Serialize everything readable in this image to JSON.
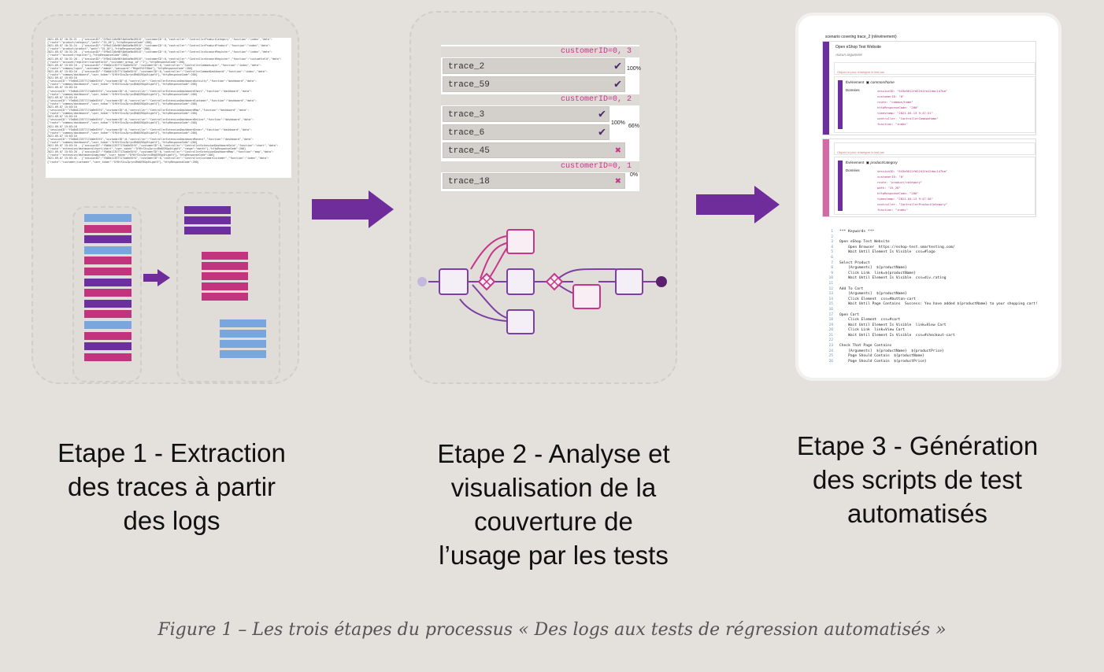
{
  "step1": {
    "label_lines": [
      "Etape 1 - Extraction",
      "des traces à partir",
      "des logs"
    ],
    "log_lines": [
      "2021-09-07 10:31:21 - {\"sessionID\":\"5f9a2116e98f4b64a9b49915\",\"customerID\":0,\"controller\":\"ControllerProductCategory\",\"function\":\"index\",\"data\":",
      "{\"route\":\"product/category\",\"path\":\"25_28\"},\"httpResponseCode\":200}",
      "2021-09-07 10:31:24 - {\"sessionID\":\"5f9a2116e98f4b64a9b49915\",\"customerID\":0,\"controller\":\"ControllerProductProduct\",\"function\":\"index\",\"data\":",
      "{\"route\":\"product/product\",\"path\":\"25_28\"},\"httpResponseCode\":200}",
      "2021-09-07 10:31:26 - {\"sessionID\":\"5f9a2116e98f4b64a9b49915\",\"customerID\":0,\"controller\":\"ControllerAccountRegister\",\"function\":\"index\",\"data\":",
      "{\"route\":\"account/register\"},\"httpResponseCode\":200}",
      "2021-09-07 10:31:28 - {\"sessionID\":\"5f9a2116e98f4b64a9b49915\",\"customerID\":0,\"controller\":\"ControllerAccountRegister\",\"function\":\"customfield\",\"data\":",
      "{\"route\":\"account/register/customfield\",\"customer_group_id\":\"1\"},\"httpResponseCode\":200}",
      "2021-09-07 15:03:16 - {\"sessionID\":\"f5d0d113577174a0e55f4\",\"customerID\":0,\"controller\":\"ControllerCommonLogin\",\"function\":\"index\",\"data\":",
      "{\"route\":\"common/login\",\"username\":\"admin\",\"password\":\"M4ge5%5ff8bd\"},\"httpResponseCode\":200}",
      "2021-09-07 15:03:16 - {\"sessionID\":\"f5d0d113577174a0e55f4\",\"customerID\":0,\"controller\":\"ControllerCommonDashboard\",\"function\":\"index\",\"data\":",
      "{\"route\":\"common/dashboard\",\"user_token\":\"Df6tf2cuZpryv4RdQS9Gg4tLgaf4\"},\"httpResponseCode\":200}",
      "2021-09-07 15:03:16",
      "{\"sessionID\":\"f5d0d113577174a0e55f4\",\"customerID\":0,\"controller\":\"ControllerExtensionDashboardActivity\",\"function\":\"dashboard\",\"data\":",
      "{\"route\":\"common/dashboard\",\"user_token\":\"Df6tf2cuZpryv4RdQS9Gg4tLgaf4\"},\"httpResponseCode\":200}",
      "2021-09-07 15:03:16",
      "{\"sessionID\":\"f5d0d113577174a0e55f4\",\"customerID\":0,\"controller\":\"ControllerExtensionDashboardChart\",\"function\":\"dashboard\",\"data\":",
      "{\"route\":\"common/dashboard\",\"user_token\":\"Df6tf2cuZpryv4RdQS9Gg4tLgaf4\"},\"httpResponseCode\":200}",
      "2021-09-07 15:03:16",
      "{\"sessionID\":\"f5d0d113577174a0e55f4\",\"customerID\":0,\"controller\":\"ControllerExtensionDashboardCustomer\",\"function\":\"dashboard\",\"data\":",
      "{\"route\":\"common/dashboard\",\"user_token\":\"Df6tf2cuZpryv4RdQS9Gg4tLgaf4\"},\"httpResponseCode\":200}",
      "2021-09-07 15:03:16",
      "{\"sessionID\":\"f5d0d113577174a0e55f4\",\"customerID\":0,\"controller\":\"ControllerExtensionDashboardMap\",\"function\":\"dashboard\",\"data\":",
      "{\"route\":\"common/dashboard\",\"user_token\":\"Df6tf2cuZpryv4RdQS9Gg4tLgaf4\"},\"httpResponseCode\":200}",
      "2021-09-07 15:03:16",
      "{\"sessionID\":\"f5d0d113577174a0e55f4\",\"customerID\":0,\"controller\":\"ControllerExtensionDashboardOnline\",\"function\":\"dashboard\",\"data\":",
      "{\"route\":\"common/dashboard\",\"user_token\":\"Df6tf2cuZpryv4RdQS9Gg4tLgaf4\"},\"httpResponseCode\":200}",
      "2021-09-07 15:03:16",
      "{\"sessionID\":\"f5d0d113577174a0e55f4\",\"customerID\":0,\"controller\":\"ControllerExtensionDashboardOrder\",\"function\":\"dashboard\",\"data\":",
      "{\"route\":\"common/dashboard\",\"user_token\":\"Df6tf2cuZpryv4RdQS9Gg4tLgaf4\"},\"httpResponseCode\":200}",
      "2021-09-07 15:03:16",
      "{\"sessionID\":\"f5d0d113577174a0e55f4\",\"customerID\":0,\"controller\":\"ControllerExtensionDashboardRecent\",\"function\":\"dashboard\",\"data\":",
      "{\"route\":\"common/dashboard\",\"user_token\":\"Df6tf2cuZpryv4RdQS9Gg4tLgaf4\"},\"httpResponseCode\":200}",
      "2021-09-07 15:03:16 - {\"sessionID\":\"f5d0d113577174a0e55f4\",\"customerID\":0,\"controller\":\"ControllerExtensionDashboardSale\",\"function\":\"chart\",\"data\":",
      "{\"route\":\"extension/dashboard/chart/chart\",\"user_token\":\"Df6tf2cuZpryv4RdQS9Gg4tLgaf4\",\"range\":\"month\"},\"httpResponseCode\":200}",
      "2021-09-07 15:03:20 - {\"sessionID\":\"f5d0d113577174a0e55f4\",\"customerID\":0,\"controller\":\"ControllerExtensionDashboardMap\",\"function\":\"map\",\"data\":",
      "{\"route\":\"extension/dashboard/map/map\",\"user_token\":\"Df6tf2cuZpryv4RdQS9Gg4tLgaf4\"},\"httpResponseCode\":200}",
      "2021-09-07 15:03:41 - {\"sessionID\":\"f5d0d113577174a0e55f4\",\"customerID\":0,\"controller\":\"ControllerCustomerCustomer\",\"function\":\"index\",\"data\":",
      "{\"route\":\"customer/customer\",\"user_token\":\"Df6tf2cuZpryv4RdQS9Gg4tLgaf4\"},\"httpResponseCode\":200}"
    ]
  },
  "step2": {
    "label_lines": [
      "Etape 2 - Analyse et",
      "visualisation de la",
      "couverture de",
      "l’usage par les tests"
    ],
    "groups": [
      {
        "header": "customerID=0, 3",
        "pct": "100%"
      },
      {
        "header": "customerID=0, 2",
        "pct": "100%"
      },
      {
        "header": "customerID=0, 1",
        "pct": "0%"
      }
    ],
    "outer_pct": "66%",
    "traces": [
      {
        "name": "trace_2",
        "status": "covered"
      },
      {
        "name": "trace_59",
        "status": "covered"
      },
      {
        "name": "trace_3",
        "status": "covered"
      },
      {
        "name": "trace_6",
        "status": "covered"
      },
      {
        "name": "trace_45",
        "status": "not-covered"
      },
      {
        "name": "trace_18",
        "status": "not-covered"
      }
    ],
    "check_symbol": "✔",
    "cross_symbol": "✖"
  },
  "step3": {
    "label_lines": [
      "Etape 3 - Génération",
      "des scripts de test",
      "automatisés"
    ],
    "scenario_title": "scenario covering trace_2 (nlévénement)",
    "test_name": "Open eShop Test Website",
    "no_arg": "Aucun argument",
    "hint": "Cliquez ici pour renseigner le test cas",
    "events": [
      {
        "index": "1",
        "title": "Événement",
        "name": "common/home",
        "data_label": "Données",
        "fields": [
          "sessionID: \"643a5612fd2241fa12dac147ba\"",
          "customerID: \"0\"",
          "route: \"common/home\"",
          "httpResponseCode: \"200\"",
          "timestamp: \"2021-04-13 9:47:51\"",
          "controller: \"ControllerCommonHome\"",
          "function: \"index\""
        ]
      },
      {
        "index": "2",
        "title": "Événement",
        "name": "product/category",
        "data_label": "Données",
        "fields": [
          "sessionID: \"643a5612fd2241fa12dac147ba\"",
          "customerID: \"0\"",
          "route: \"product/category\"",
          "path: \"25_28\"",
          "httpResponseCode: \"200\"",
          "timestamp: \"2021-04-13 9:47:58\"",
          "controller: \"ControllerProductCategory\"",
          "function: \"index\""
        ]
      }
    ],
    "keywords": [
      {
        "n": "1",
        "text": "*** Keywords ***"
      },
      {
        "n": "2",
        "text": ""
      },
      {
        "n": "3",
        "text": "Open eShop Test Website"
      },
      {
        "n": "4",
        "text": "    Open Browser  https://eshop-test.smartesting.com/"
      },
      {
        "n": "5",
        "text": "    Wait Until Element Is Visible  css=#logo"
      },
      {
        "n": "6",
        "text": ""
      },
      {
        "n": "7",
        "text": "Select Product"
      },
      {
        "n": "8",
        "text": "    [Arguments]  ${productName}"
      },
      {
        "n": "9",
        "text": "    Click Link  link=${productName}"
      },
      {
        "n": "10",
        "text": "    Wait Until Element Is Visible  css=div.rating"
      },
      {
        "n": "11",
        "text": ""
      },
      {
        "n": "12",
        "text": "Add To Cart"
      },
      {
        "n": "13",
        "text": "    [Arguments]  ${productName}"
      },
      {
        "n": "14",
        "text": "    Click Element  css=#button-cart"
      },
      {
        "n": "15",
        "text": "    Wait Until Page Contains  Success: You have added ${productName} to your shopping cart!"
      },
      {
        "n": "16",
        "text": ""
      },
      {
        "n": "17",
        "text": "Open Cart"
      },
      {
        "n": "18",
        "text": "    Click Element  css=#cart"
      },
      {
        "n": "19",
        "text": "    Wait Until Element Is Visible  link=View Cart"
      },
      {
        "n": "20",
        "text": "    Click Link  link=View Cart"
      },
      {
        "n": "21",
        "text": "    Wait Until Element Is Visible  css=#checkout-cart"
      },
      {
        "n": "22",
        "text": ""
      },
      {
        "n": "23",
        "text": "Check That Page Contains"
      },
      {
        "n": "24",
        "text": "    [Arguments]  ${productName}  ${productPrice}"
      },
      {
        "n": "25",
        "text": "    Page Should Contain  ${productName}"
      },
      {
        "n": "26",
        "text": "    Page Should Contain  ${productPrice}"
      }
    ]
  },
  "caption": "Figure 1 – Les trois étapes du processus « Des logs aux tests de régression automatisés »",
  "colors": {
    "purple": "#6b2fa0",
    "pink": "#c2357e",
    "blue": "#7aa6de",
    "arrow": "#6e2d9b",
    "covered": "#4a2a6b",
    "not_covered": "#c8358a"
  }
}
